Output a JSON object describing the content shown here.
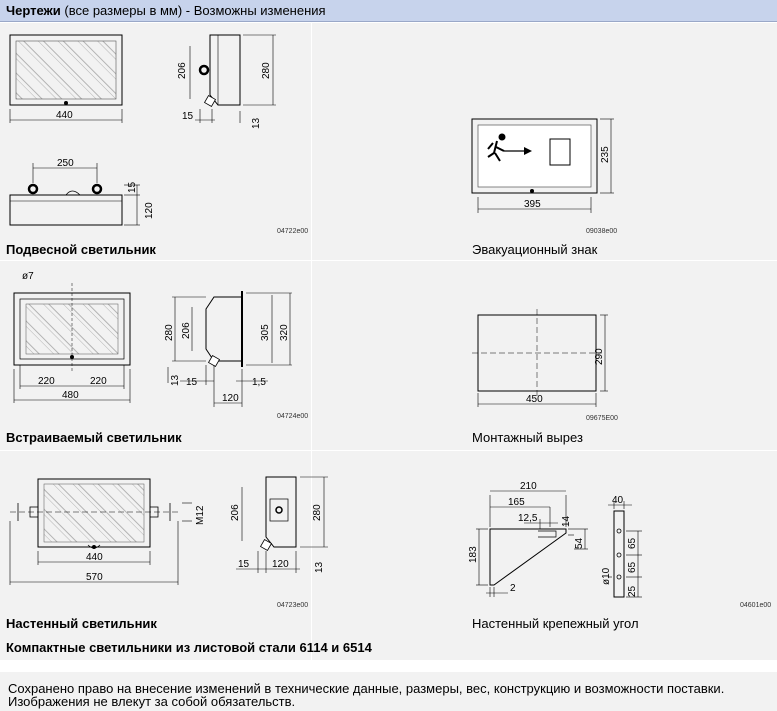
{
  "header": {
    "title_bold": "Чертежи",
    "title_rest": " (все размеры в мм) - Возможны изменения"
  },
  "captions": {
    "pendant": "Подвесной светильник",
    "exit_sign": "Эвакуационный знак",
    "recessed": "Встраиваемый светильник",
    "cutout": "Монтажный вырез",
    "wall": "Настенный светильник",
    "bracket": "Настенный крепежный угол",
    "series": "Компактные светильники из листовой стали 6114 и 6514"
  },
  "codes": {
    "pendant": "04722e00",
    "exit_sign": "09038e00",
    "recessed": "04724e00",
    "cutout": "09675E00",
    "wall": "04723e00",
    "bracket": "04601e00"
  },
  "dims": {
    "pendant": {
      "w": "440",
      "h206": "206",
      "h280": "280",
      "d15": "15",
      "d13": "13",
      "d250": "250",
      "d15b": "15",
      "d120": "120"
    },
    "exit_sign": {
      "w": "395",
      "h": "235"
    },
    "recessed": {
      "dia": "ø7",
      "w480": "480",
      "w220a": "220",
      "w220b": "220",
      "h280": "280",
      "h206": "206",
      "h305": "305",
      "h320": "320",
      "d13": "13",
      "d15": "15",
      "d15b": "1,5",
      "d120": "120"
    },
    "cutout": {
      "w": "450",
      "h": "290"
    },
    "wall": {
      "w440": "440",
      "w570": "570",
      "m12": "M12",
      "h206": "206",
      "h280": "280",
      "d15": "15",
      "d120": "120",
      "d13": "13"
    },
    "bracket": {
      "d210": "210",
      "d165": "165",
      "d125": "12,5",
      "d14": "14",
      "d54": "54",
      "d183": "183",
      "d2": "2",
      "d40": "40",
      "d65a": "65",
      "d65b": "65",
      "d10": "ø10",
      "d25": "25"
    }
  },
  "footer": {
    "line1": "Сохранено право на внесение изменений в технические данные, размеры, вес, конструкцию и возможности поставки.",
    "line2": "Изображения не влекут за собой обязательств."
  }
}
